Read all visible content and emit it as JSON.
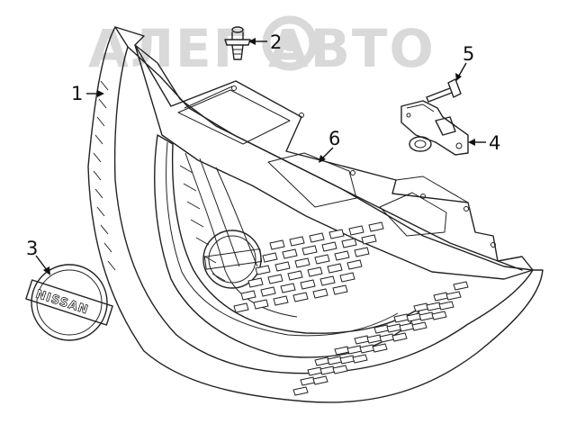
{
  "watermark": {
    "text": "АЛЕГ АВТО"
  },
  "callouts": [
    {
      "id": "1",
      "label": "1"
    },
    {
      "id": "2",
      "label": "2"
    },
    {
      "id": "3",
      "label": "3"
    },
    {
      "id": "4",
      "label": "4"
    },
    {
      "id": "5",
      "label": "5"
    },
    {
      "id": "6",
      "label": "6"
    }
  ],
  "emblem": {
    "text": "NISSAN"
  }
}
